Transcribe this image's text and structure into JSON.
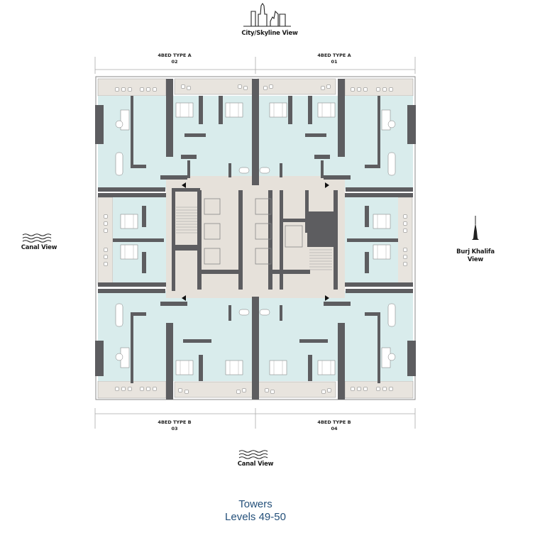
{
  "views": {
    "top": {
      "label": "City/Skyline View",
      "icon": "skyline-icon"
    },
    "left": {
      "label": "Canal View",
      "icon": "waves-icon"
    },
    "right": {
      "label_line1": "Burj Khalifa",
      "label_line2": "View",
      "icon": "burj-khalifa-icon"
    },
    "bottom": {
      "label": "Canal View",
      "icon": "waves-icon"
    }
  },
  "units": [
    {
      "type": "4BED TYPE A",
      "number": "02",
      "position": "top-left"
    },
    {
      "type": "4BED TYPE A",
      "number": "01",
      "position": "top-right"
    },
    {
      "type": "4BED TYPE B",
      "number": "03",
      "position": "bottom-left"
    },
    {
      "type": "4BED TYPE B",
      "number": "04",
      "position": "bottom-right"
    }
  ],
  "caption": {
    "title": "Towers",
    "subtitle": "Levels 49-50"
  },
  "colors": {
    "interior": "#d9ecec",
    "balcony": "#e8e4de",
    "core": "#e6e1da",
    "wall": "#5d5d60",
    "outline": "#8a8a8a",
    "caption": "#24507a"
  }
}
